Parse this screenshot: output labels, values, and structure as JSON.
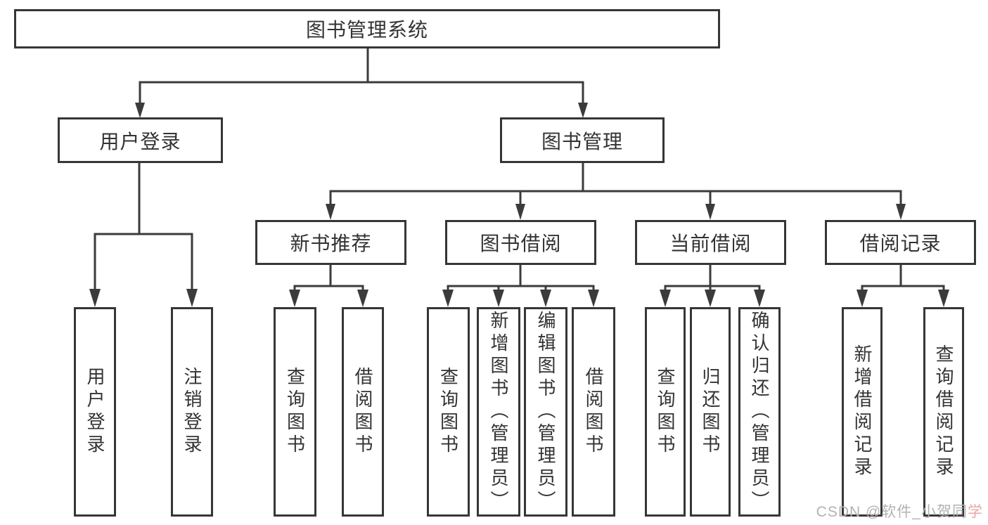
{
  "tree": {
    "root": {
      "label": "图书管理系统",
      "children": [
        {
          "label": "用户登录",
          "children": [
            {
              "label": "用户登录"
            },
            {
              "label": "注销登录"
            }
          ]
        },
        {
          "label": "图书管理",
          "children": [
            {
              "label": "新书推荐",
              "children": [
                {
                  "label": "查询图书"
                },
                {
                  "label": "借阅图书"
                }
              ]
            },
            {
              "label": "图书借阅",
              "children": [
                {
                  "label": "查询图书"
                },
                {
                  "label": "新增图书（管理员）"
                },
                {
                  "label": "编辑图书（管理员）"
                },
                {
                  "label": "借阅图书"
                }
              ]
            },
            {
              "label": "当前借阅",
              "children": [
                {
                  "label": "查询图书"
                },
                {
                  "label": "归还图书"
                },
                {
                  "label": "确认归还（管理员）"
                }
              ]
            },
            {
              "label": "借阅记录",
              "children": [
                {
                  "label": "新增借阅记录"
                },
                {
                  "label": "查询借阅记录"
                }
              ]
            }
          ]
        }
      ]
    }
  },
  "watermark": {
    "prefix": "CSDN @软件_小贺同",
    "accent": "学"
  },
  "colors": {
    "background": "#ffffff",
    "box_border": "#363636",
    "line": "#3b3b3b",
    "text": "#333333",
    "watermark_gray": "#b4b1b1",
    "watermark_pink": "#e7a6a9"
  }
}
